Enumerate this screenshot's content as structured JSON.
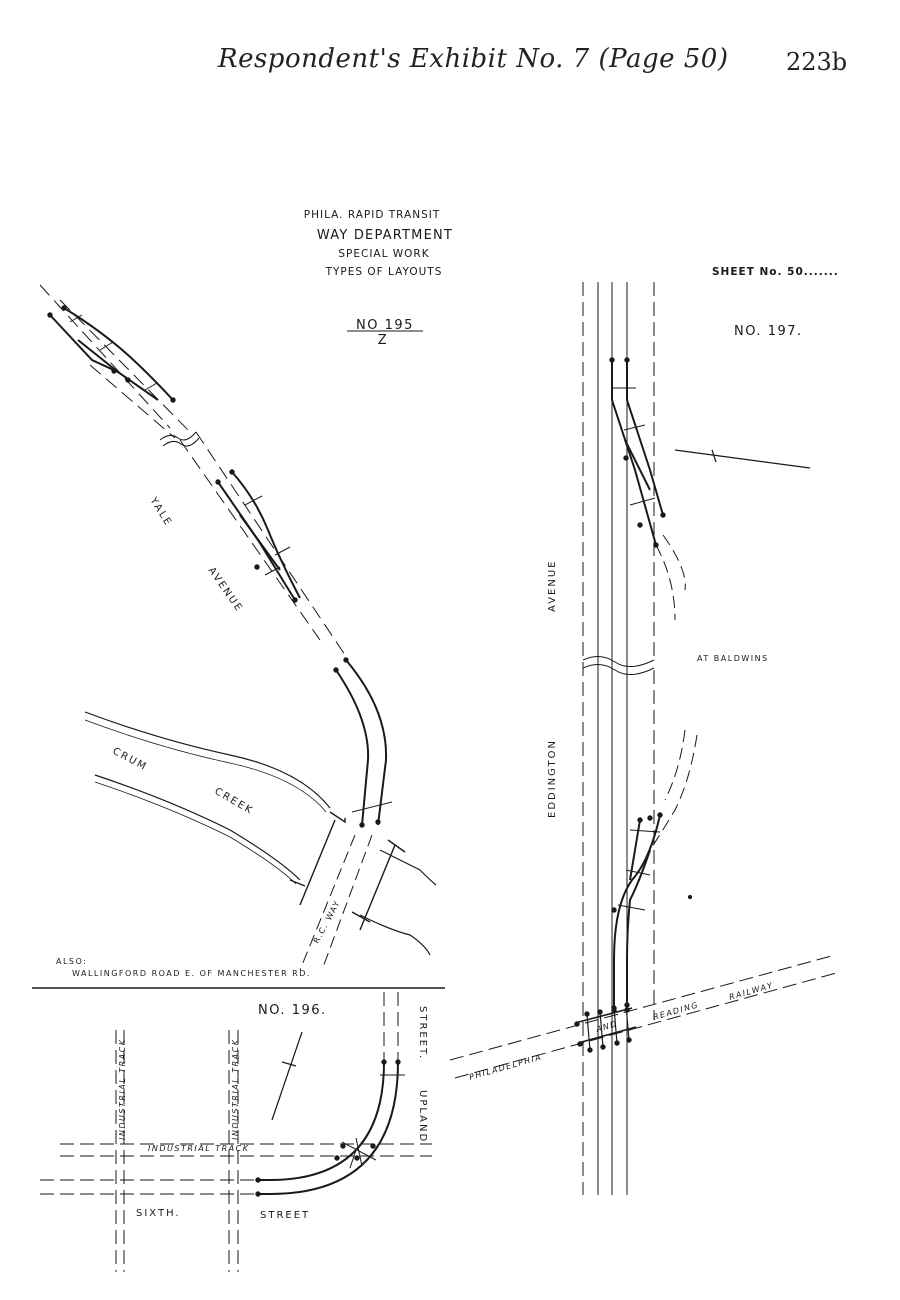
{
  "header": {
    "title": "Respondent's Exhibit No. 7 (Page 50)",
    "page_number": "223b"
  },
  "title_block": {
    "line1": "PHILA. RAPID TRANSIT",
    "line2": "WAY DEPARTMENT",
    "line3": "SPECIAL WORK",
    "line4": "TYPES OF LAYOUTS"
  },
  "sheet": "SHEET No. 50.......",
  "layout_195": {
    "number": "NO 195",
    "sub": "Z",
    "street_1": "YALE",
    "street_2": "AVENUE",
    "creek_1": "CRUM",
    "creek_2": "CREEK",
    "bridge": "R.C. WAY",
    "also_label": "ALSO:",
    "also_text": "WALLINGFORD ROAD E. OF MANCHESTER RD."
  },
  "layout_196": {
    "number": "NO. 196.",
    "street_sixth_1": "SIXTH.",
    "street_sixth_2": "STREET",
    "street_upland_1": "UPLAND",
    "street_upland_2": "STREET.",
    "railroad_h": "INDUSTRIAL TRACK",
    "railroad_v1": "INDUSTRIAL TRACK",
    "railroad_v2": "INDUSTRIAL TRACK"
  },
  "layout_197": {
    "number": "NO. 197.",
    "street_1": "EDDINGTON",
    "street_2": "AVENUE",
    "note": "AT BALDWINS",
    "railway_1": "PHILADELPHIA",
    "railway_2": "AND",
    "railway_3": "READING",
    "railway_4": "RAILWAY"
  },
  "icons": [
    "north-arrow-icon"
  ]
}
